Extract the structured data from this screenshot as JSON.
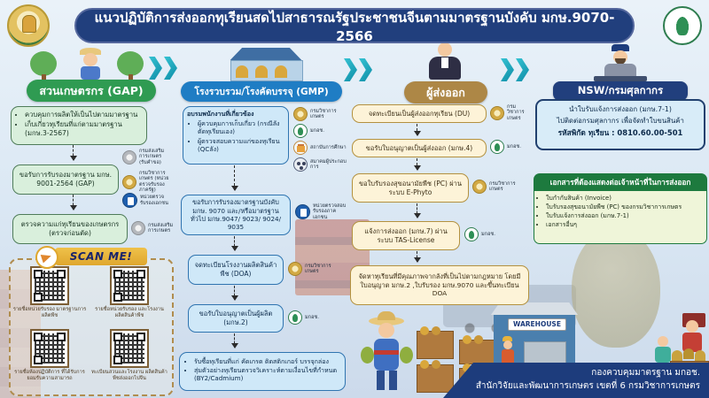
{
  "title": "แนวปฏิบัติการส่งออกทุเรียนสดไปสาธารณรัฐประชาชนจีนตามมาตรฐานบังคับ มกษ.9070-2566",
  "farm": {
    "header": "สวนเกษตรกร (GAP)",
    "box1_b1": "ควบคุมการผลิตให้เป็นไปตามมาตรฐาน",
    "box1_b2": "เก็บเกี่ยวทุเรียนที่แก่ตามมาตรฐาน (มกษ.3-2567)",
    "box2": "ขอรับการรับรองมาตรฐาน มกษ. 9001-2564 (GAP)",
    "agencies": [
      {
        "label": "กรมส่งเสริมการเกษตร (รับคำขอ)"
      },
      {
        "label": "กรมวิชาการเกษตร (หน่วยตรวจรับรองภาครัฐ)"
      },
      {
        "label": "หน่วยตรวจรับรองเอกชน"
      }
    ],
    "box3": "ตรวจความแก่ทุเรียนของเกษตรกร (ตรวจก่อนตัด)",
    "box3_agency": "กรมส่งเสริมการเกษตร"
  },
  "scan": {
    "banner": "SCAN ME!",
    "qr_captions": [
      "รายชื่อหน่วยรับรอง มาตรฐานการผลิตพืช",
      "รายชื่อหน่วยรับรอง และโรงงานผลิตสินค้าพืช",
      "รายชื่อห้องปฏิบัติการ ที่ได้รับการยอมรับความสามารถ",
      "ทะเบียนสวนและโรงงาน ผลิตสินค้าพืชส่งออกไปจีน"
    ]
  },
  "packing": {
    "header": "โรงรวบรวม/โรงคัดบรรจุ (GMP)",
    "box1_title": "อบรมพนักงานที่เกี่ยวข้อง",
    "box1_b1": "ผู้ควบคุมการเก็บเกี่ยว (กรณีลังตัดทุเรียนเอง)",
    "box1_b2": "ผู้ตรวจสอบความแก่ของทุเรียน (QCลัง)",
    "agencies": [
      {
        "label": "กรมวิชาการเกษตร"
      },
      {
        "label": "มกอช."
      },
      {
        "label": "สถาบันการศึกษา"
      },
      {
        "label": "สมาคมผู้ประกอบการ"
      }
    ],
    "box2": "ขอรับการรับรองมาตรฐานบังคับ มกษ. 9070 และ/หรือมาตรฐานทั่วไป มกษ.9047/ 9023/ 9024/ 9035",
    "box2_agency": "หน่วยตรวจสอบรับรองภาคเอกชน",
    "box3": "จดทะเบียนโรงงานผลิตสินค้าพืช (DOA)",
    "box3_agency": "กรมวิชาการเกษตร",
    "box4": "ขอรับใบอนุญาตเป็นผู้ผลิต (มกษ.2)",
    "box4_agency": "มกอช.",
    "box5_b1": "รับซื้อทุเรียนที่แก่ คัดเกรด ติดสติกเกอร์ บรรจุกล่อง",
    "box5_b2": "สุ่มตัวอย่างทุเรียนตรวจวิเคราะห์ตามเงื่อนไขที่กำหนด (BY2/Cadmium)"
  },
  "exporter": {
    "header": "ผู้ส่งออก",
    "box1": "จดทะเบียนเป็นผู้ส่งออกทุเรียน (DU)",
    "box1_agency": "กรมวิชาการเกษตร",
    "box2": "ขอรับใบอนุญาตเป็นผู้ส่งออก (มกษ.4)",
    "box2_agency": "มกอช.",
    "box3": "ขอใบรับรองสุขอนามัยพืช (PC) ผ่านระบบ E-Phyto",
    "box3_agency": "กรมวิชาการเกษตร",
    "box4": "แจ้งการส่งออก (มกษ.7) ผ่านระบบ TAS-License",
    "box4_agency": "มกอช.",
    "box5": "จัดหาทุเรียนที่มีคุณภาพจากลังที่เป็นไปตามกฎหมาย โดยมีใบอนุญาต มกษ.2 ,ใบรับรอง มกษ.9070 และขึ้นทะเบียน DOA"
  },
  "customs": {
    "header": "NSW/กรมศุลกากร",
    "line1": "นำใบรับแจ้งการส่งออก (มกษ.7-1)",
    "line2": "ไปติดต่อกรมศุลกากร เพื่อจัดทำใบขนสินค้า",
    "line3": "รหัสพิกัด ทุเรียน : 0810.60.00-501"
  },
  "documents": {
    "header": "เอกสารที่ต้องแสดงต่อเจ้าหน้าที่ในการส่งออก",
    "items": [
      "ใบกำกับสินค้า (Invoice)",
      "ใบรับรองสุขอนามัยพืช (PC) ของกรมวิชาการเกษตร",
      "ใบรับแจ้งการส่งออก (มกษ.7-1)",
      "เอกสารอื่นๆ"
    ]
  },
  "warehouse_sign": "WAREHOUSE",
  "footer": {
    "line1": "กองควบคุมมาตรฐาน มกอช.",
    "line2": "สำนักวิจัยและพัฒนาการเกษตร เขตที่ 6 กรมวิชาการเกษตร"
  },
  "icons": {
    "flow_arrow": "double-chevron-right",
    "megaphone": "megaphone",
    "qr": "qr-code",
    "gold_seal": "gold-emblem",
    "silver_seal": "silver-emblem",
    "acfs_seal": "green-acfs-emblem",
    "private_cert": "blue-document",
    "school": "school-building",
    "association": "people-group"
  },
  "colors": {
    "header_bar": "#213f7d",
    "farm_green": "#2f9b52",
    "packing_blue": "#1f7dc4",
    "exporter_gold": "#b08a45",
    "customs_navy": "#213f7d",
    "docs_green": "#1d7a3e",
    "arrow_teal": "#17a3b8",
    "scan_gold": "#e6b33c"
  }
}
